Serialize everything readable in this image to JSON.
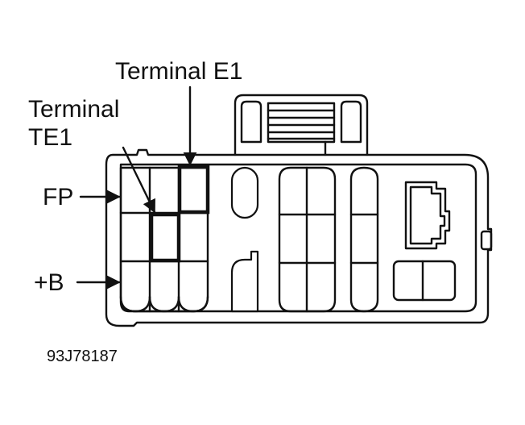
{
  "labels": {
    "terminal_e1": "Terminal E1",
    "terminal_te1_line1": "Terminal",
    "terminal_te1_line2": "TE1",
    "fp": "FP",
    "plus_b": "+B"
  },
  "figure_code": "93J78187"
}
